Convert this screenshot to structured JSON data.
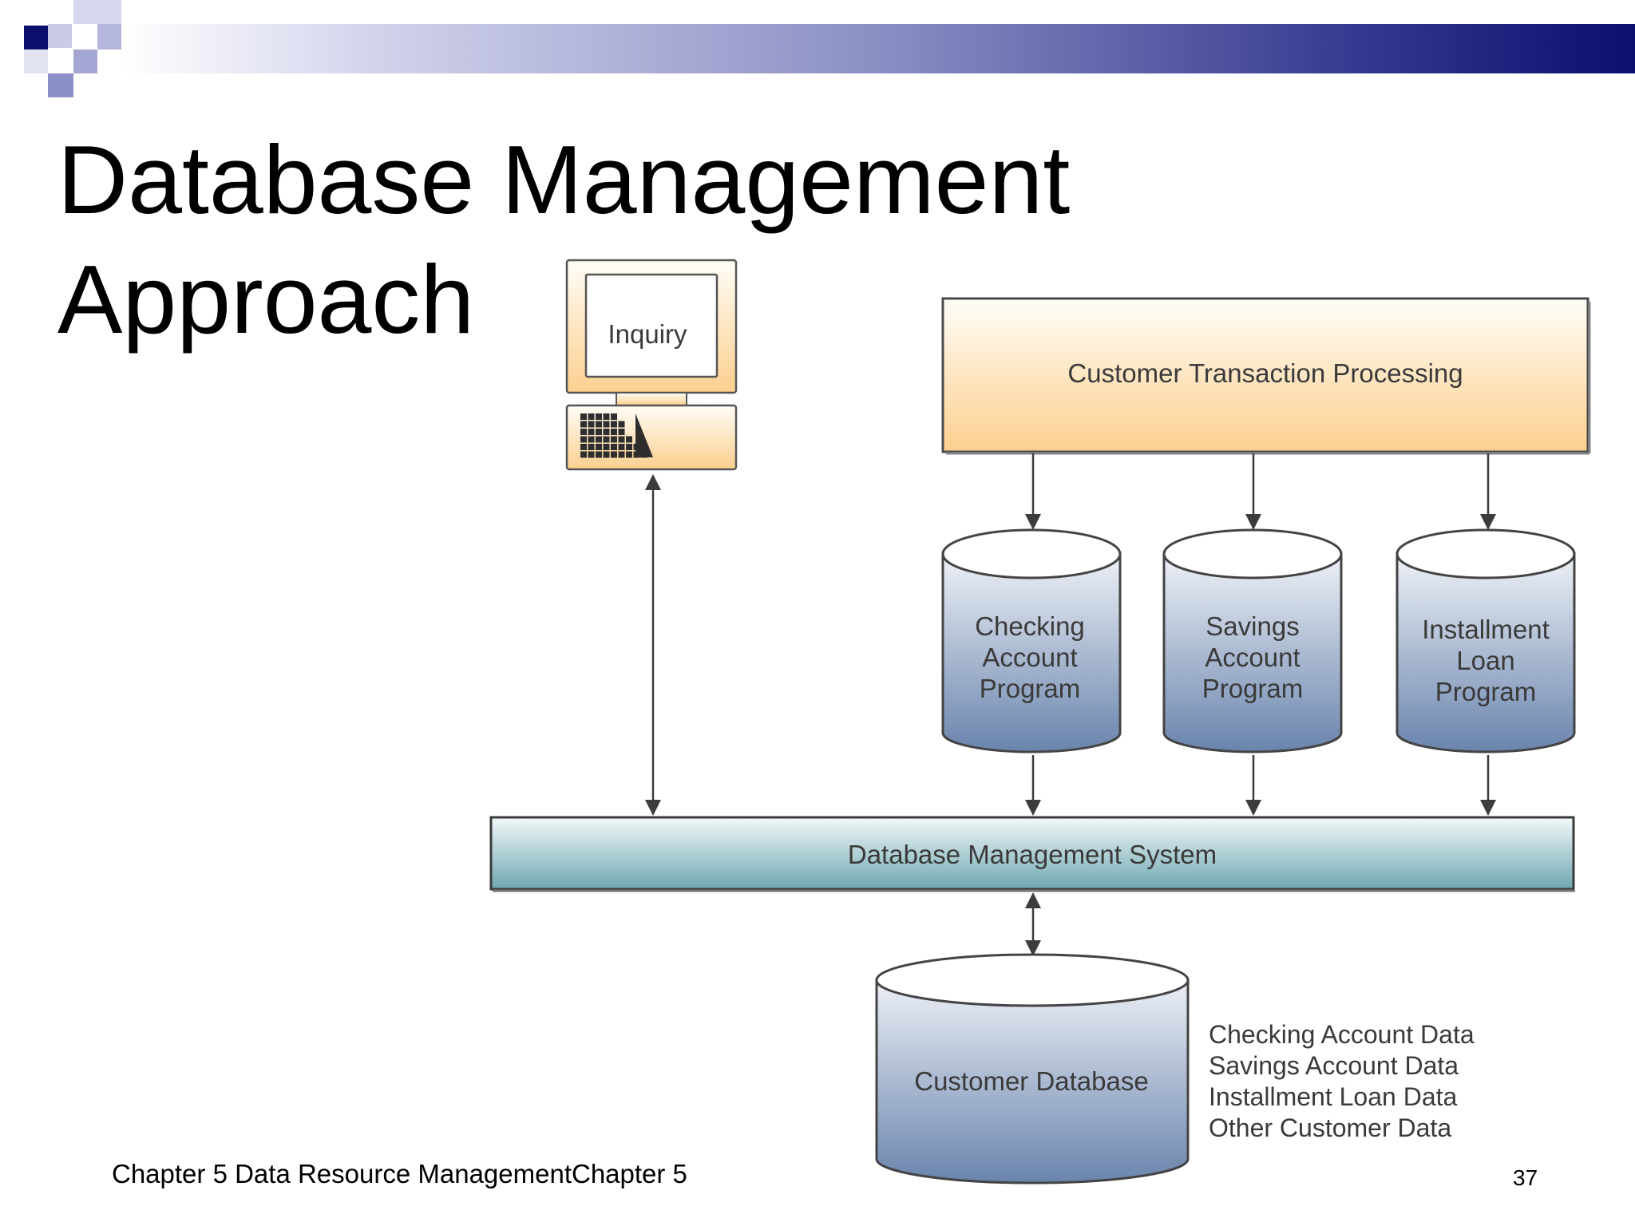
{
  "slide": {
    "title": "Database Management\nApproach",
    "footer": "Chapter 5 Data Resource ManagementChapter 5",
    "page_number": "37"
  },
  "diagram": {
    "inquiry_label": "Inquiry",
    "transaction_processing_label": "Customer Transaction Processing",
    "programs": [
      {
        "line1": "Checking",
        "line2": "Account",
        "line3": "Program"
      },
      {
        "line1": "Savings",
        "line2": "Account",
        "line3": "Program"
      },
      {
        "line1": "Installment",
        "line2": "Loan",
        "line3": "Program"
      }
    ],
    "dbms_label": "Database Management System",
    "database_label": "Customer Database",
    "data_items": [
      "Checking Account Data",
      "Savings Account Data",
      "Installment Loan Data",
      "Other Customer Data"
    ]
  },
  "colors": {
    "header_dark": "#0b0f6e",
    "orange_fill": "#fcd8a0",
    "teal_fill": "#76aeb8",
    "cylinder_fill": "#7890b4"
  }
}
